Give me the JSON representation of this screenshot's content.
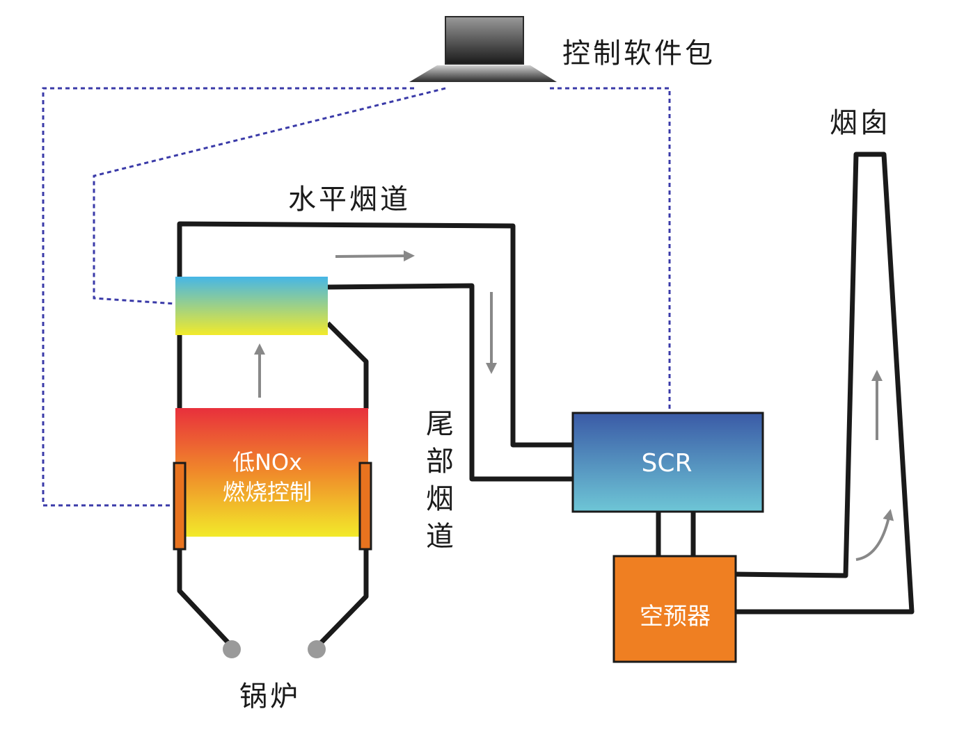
{
  "labels": {
    "control_package": "控制软件包",
    "chimney": "烟囱",
    "horizontal_flue": "水平烟道",
    "tail_flue_chars": [
      "尾",
      "部",
      "烟",
      "道"
    ],
    "boiler": "锅炉"
  },
  "boxes": {
    "low_nox_line1": "低NOx",
    "low_nox_line2": "燃烧控制",
    "scr": "SCR",
    "air_preheater": "空预器"
  },
  "colors": {
    "flue_line": "#1a1a1a",
    "control_dashed_line": "#3a3aa8",
    "flow_arrow": "#888888",
    "low_nox_top": "#e8303c",
    "low_nox_bottom": "#f2ea2a",
    "sensor_top": "#46b6e6",
    "sensor_bottom": "#f2ea2a",
    "scr_top": "#3a5aa6",
    "scr_bottom": "#6ec6d6",
    "air_preheater": "#ef7f22",
    "side_electrode": "#e8731f"
  },
  "icons": {
    "computer": "laptop-icon",
    "burner_point": "burner-node-icon"
  }
}
